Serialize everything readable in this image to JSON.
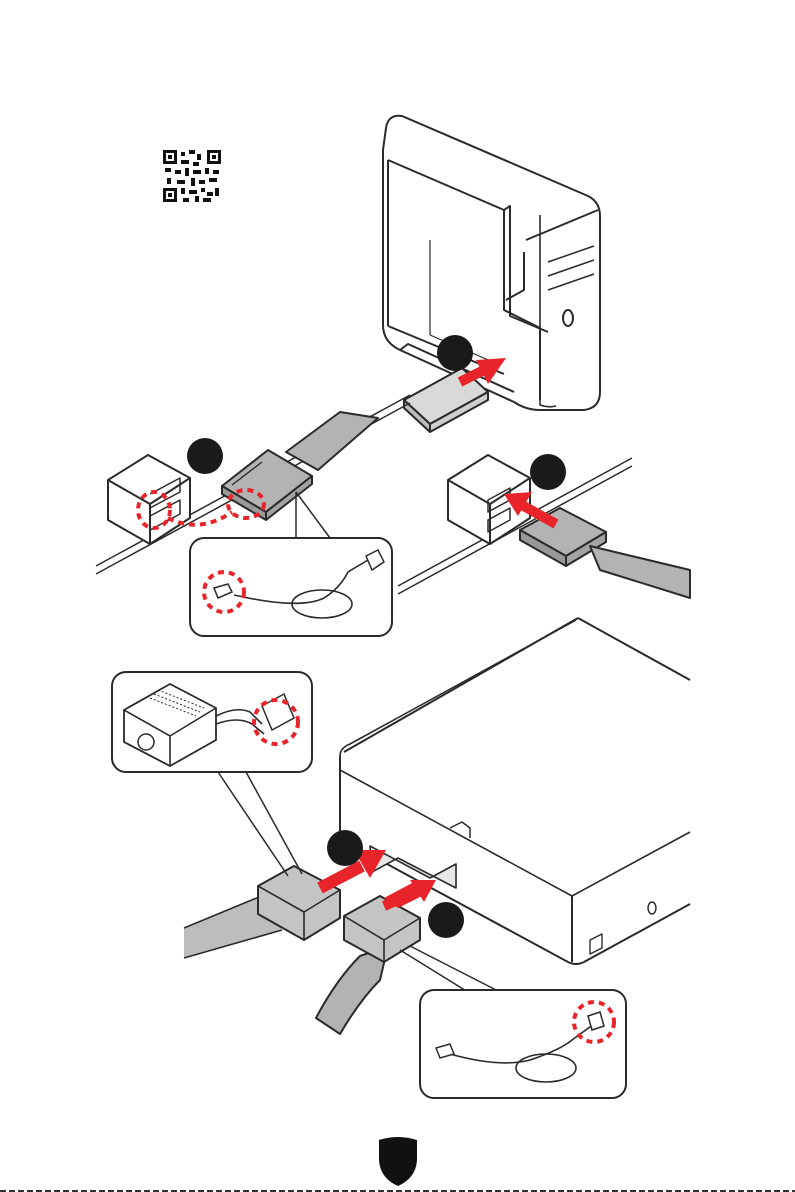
{
  "page": {
    "qr_code": {
      "icon": "qr-code-icon"
    },
    "steps": [
      {
        "id": "step-1",
        "label": ""
      },
      {
        "id": "step-2",
        "label": ""
      },
      {
        "id": "step-3",
        "label": ""
      },
      {
        "id": "step-4",
        "label": ""
      },
      {
        "id": "step-5",
        "label": ""
      }
    ],
    "footer": {
      "logo": "msi-shield-icon"
    },
    "colors": {
      "accent_red": "#e8242a",
      "badge_dark": "#1a1a1a",
      "outline": "#2a2a2a",
      "cable_gray": "#b3b3b3",
      "case_face": "#ffffff"
    }
  }
}
